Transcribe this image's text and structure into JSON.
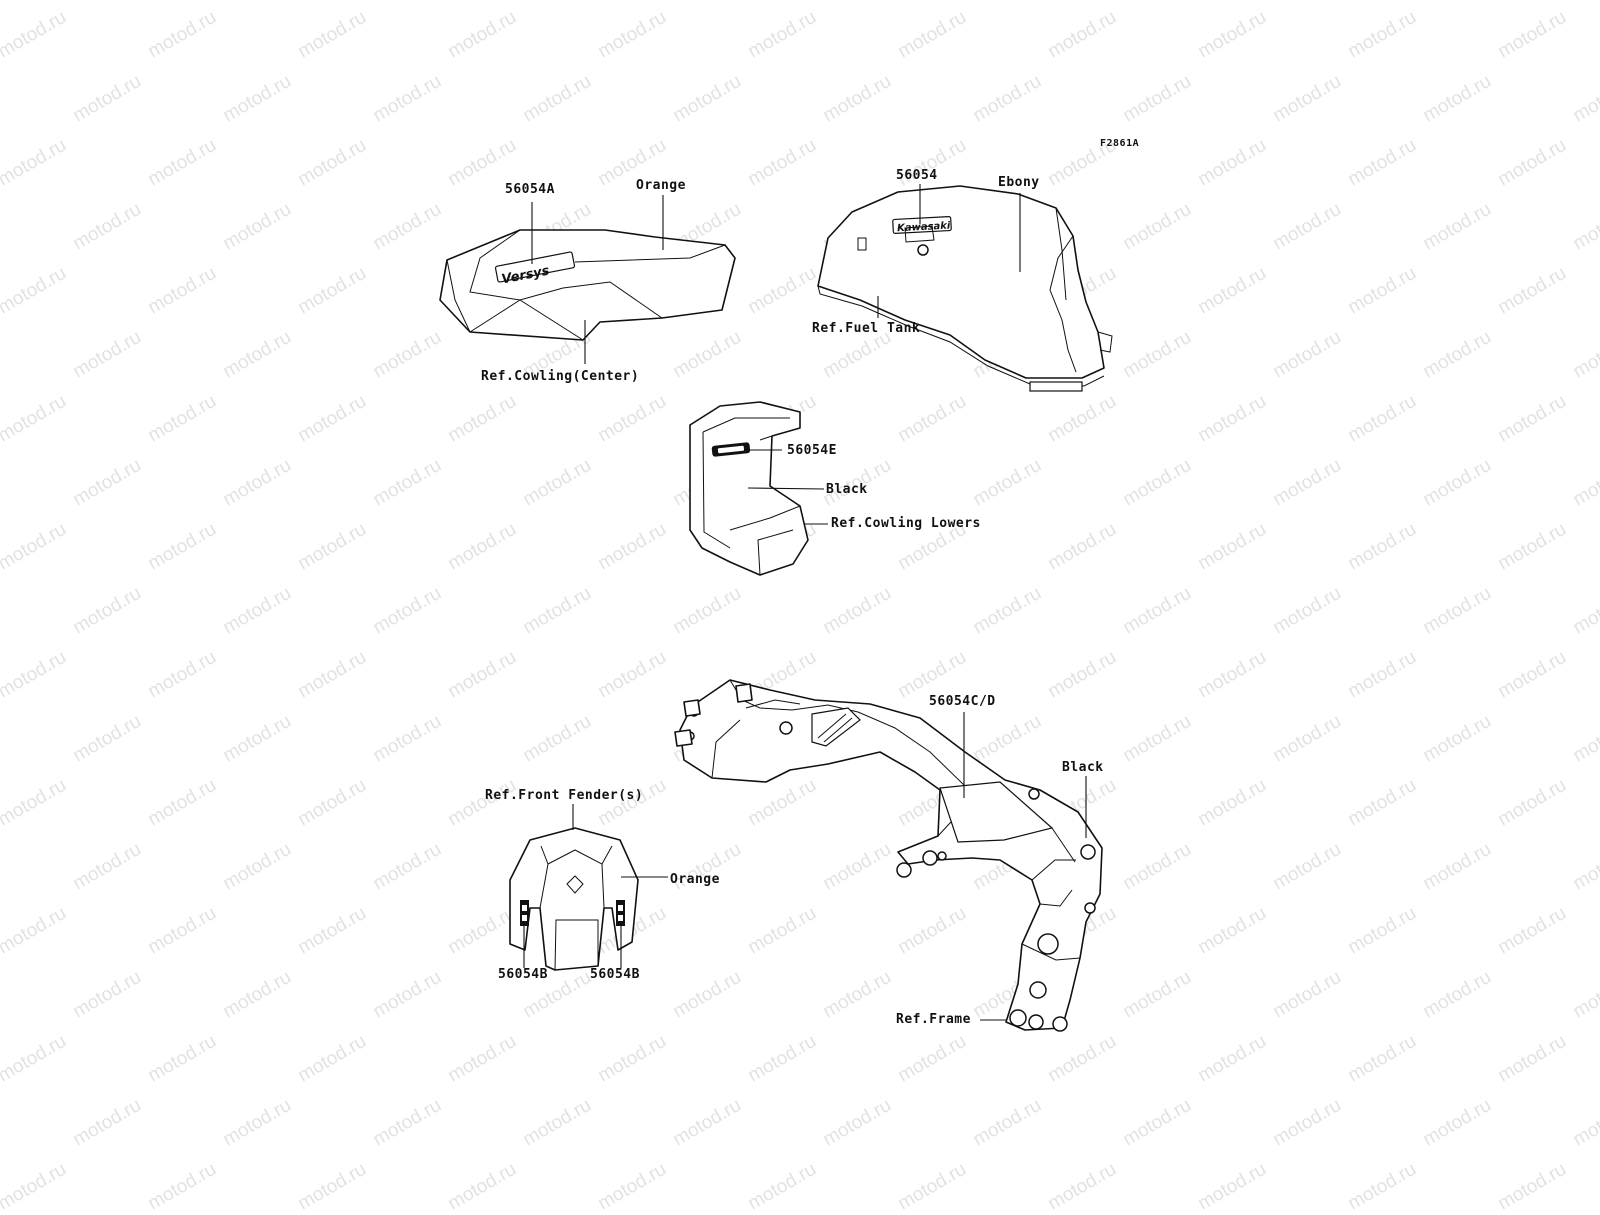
{
  "watermark": {
    "text": "motod.ru"
  },
  "figure_id": "F2861A",
  "groups": {
    "cowling_center": {
      "part_number": "56054A",
      "color": "Orange",
      "reference": "Ref.Cowling(Center)",
      "decal_text": "Versys"
    },
    "fuel_tank": {
      "part_number": "56054",
      "color": "Ebony",
      "reference": "Ref.Fuel Tank",
      "decal_text": "Kawasaki"
    },
    "cowling_lowers": {
      "part_number": "56054E",
      "color": "Black",
      "reference": "Ref.Cowling Lowers"
    },
    "front_fender": {
      "reference": "Ref.Front Fender(s)",
      "color": "Orange",
      "part_number_left": "56054B",
      "part_number_right": "56054B"
    },
    "frame": {
      "part_number": "56054C/D",
      "color": "Black",
      "reference": "Ref.Frame"
    }
  }
}
